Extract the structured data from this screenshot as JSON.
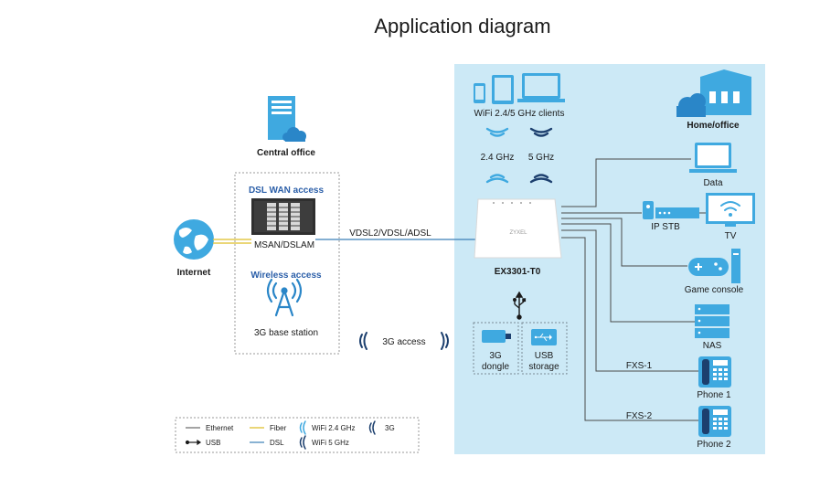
{
  "title": "Application diagram",
  "central_office": {
    "label": "Central office"
  },
  "internet": {
    "label": "Internet"
  },
  "dsl_wan": {
    "title": "DSL WAN access",
    "device": "MSAN/DSLAM"
  },
  "wireless": {
    "title": "Wireless access",
    "device": "3G base station"
  },
  "link_label": "VDSL2/VDSL/ADSL",
  "access_3g": "3G access",
  "router": {
    "name": "EX3301-T0",
    "brand": "ZYXEL"
  },
  "home_office": "Home/office",
  "wifi": {
    "clients": "WiFi 2.4/5 GHz clients",
    "band_24": "2.4 GHz",
    "band_5": "5 GHz"
  },
  "usb": {
    "dongle_line1": "3G",
    "dongle_line2": "dongle",
    "storage_line1": "USB",
    "storage_line2": "storage"
  },
  "devices": {
    "data": "Data",
    "ipstb": "IP STB",
    "tv": "TV",
    "game": "Game console",
    "nas": "NAS",
    "phone1": "Phone 1",
    "phone2": "Phone 2",
    "fxs1": "FXS-1",
    "fxs2": "FXS-2"
  },
  "legend": {
    "ethernet": "Ethernet",
    "fiber": "Fiber",
    "wifi24": "WiFi 2.4 GHz",
    "g3": "3G",
    "usb": "USB",
    "dsl": "DSL",
    "wifi5": "WiFi 5 GHz"
  },
  "colors": {
    "panel": "#cce9f6",
    "accent_blue": "#2a86c8",
    "sky": "#3fa9e0",
    "navy": "#1c3f6e",
    "dsl_line": "#3b7fb6",
    "fiber": "#e3c94a",
    "ethernet": "#4a4a4a"
  }
}
